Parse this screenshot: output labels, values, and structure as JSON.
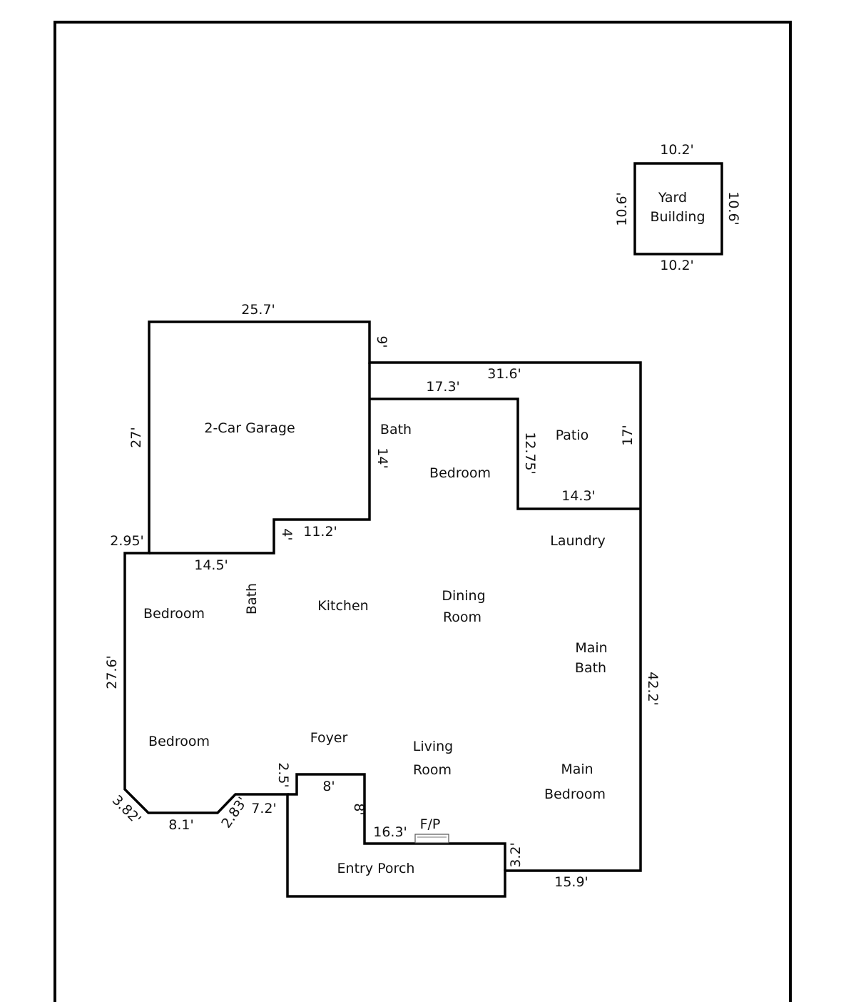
{
  "rooms": {
    "yard_building_line1": "Yard",
    "yard_building_line2": "Building",
    "garage": "2-Car Garage",
    "bath_upper": "Bath",
    "bedroom_upper": "Bedroom",
    "patio": "Patio",
    "laundry": "Laundry",
    "bedroom_left_upper": "Bedroom",
    "bath_left": "Bath",
    "kitchen": "Kitchen",
    "dining_line1": "Dining",
    "dining_line2": "Room",
    "main_bath_line1": "Main",
    "main_bath_line2": "Bath",
    "bedroom_left_lower": "Bedroom",
    "foyer": "Foyer",
    "living_line1": "Living",
    "living_line2": "Room",
    "main_bedroom_line1": "Main",
    "main_bedroom_line2": "Bedroom",
    "entry_porch": "Entry Porch",
    "fireplace": "F/P"
  },
  "dimensions": {
    "yard_top": "10.2'",
    "yard_bottom": "10.2'",
    "yard_left": "10.6'",
    "yard_right": "10.6'",
    "garage_top": "25.7'",
    "garage_right_step": "9'",
    "patio_top": "31.6'",
    "bedroom_top": "17.3'",
    "bath_right": "14'",
    "bedroom_right": "12.75'",
    "patio_right": "17'",
    "patio_bottom": "14.3'",
    "garage_left": "27'",
    "garage_step_small": "4'",
    "garage_step_width": "11.2'",
    "left_jog": "2.95'",
    "garage_bottom": "14.5'",
    "left_wall": "27.6'",
    "right_wall": "42.2'",
    "corner_left": "3.82'",
    "bottom_left": "8.1'",
    "corner_right": "2.83'",
    "bottom_mid": "7.2'",
    "foyer_step": "2.5'",
    "entry_top": "8'",
    "entry_side": "8'",
    "fireplace_wall": "16.3'",
    "porch_right": "3.2'",
    "bottom_right": "15.9'"
  }
}
